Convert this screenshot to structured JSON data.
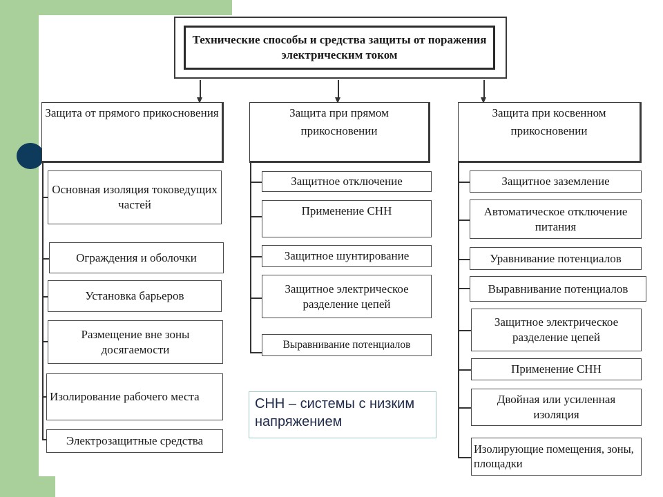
{
  "title": "Технические способы и средства защиты от поражения электрическим током",
  "columns": [
    {
      "header": "Защита от прямого прикосновения",
      "items": [
        "Основная изоляция токоведущих частей",
        "Ограждения и оболочки",
        "Установка барьеров",
        "Размещение вне зоны досягаемости",
        "Изолирование рабочего места",
        "Электрозащитные средства"
      ]
    },
    {
      "header": "Защита при прямом прикосновении",
      "items": [
        "Защитное отключение",
        "Применение СНН",
        "Защитное шунтирование",
        "Защитное электрическое разделение цепей",
        "Выравнивание потенциалов"
      ]
    },
    {
      "header": "Защита при косвенном прикосновении",
      "items": [
        "Защитное заземление",
        "Автоматическое отключение питания",
        "Уравнивание потенциалов",
        "Выравнивание потенциалов",
        "Защитное электрическое разделение цепей",
        "Применение СНН",
        "Двойная или усиленная изоляция",
        "Изолирующие помещения, зоны, площадки"
      ]
    }
  ],
  "note": "СНН – системы с низким напряжением"
}
